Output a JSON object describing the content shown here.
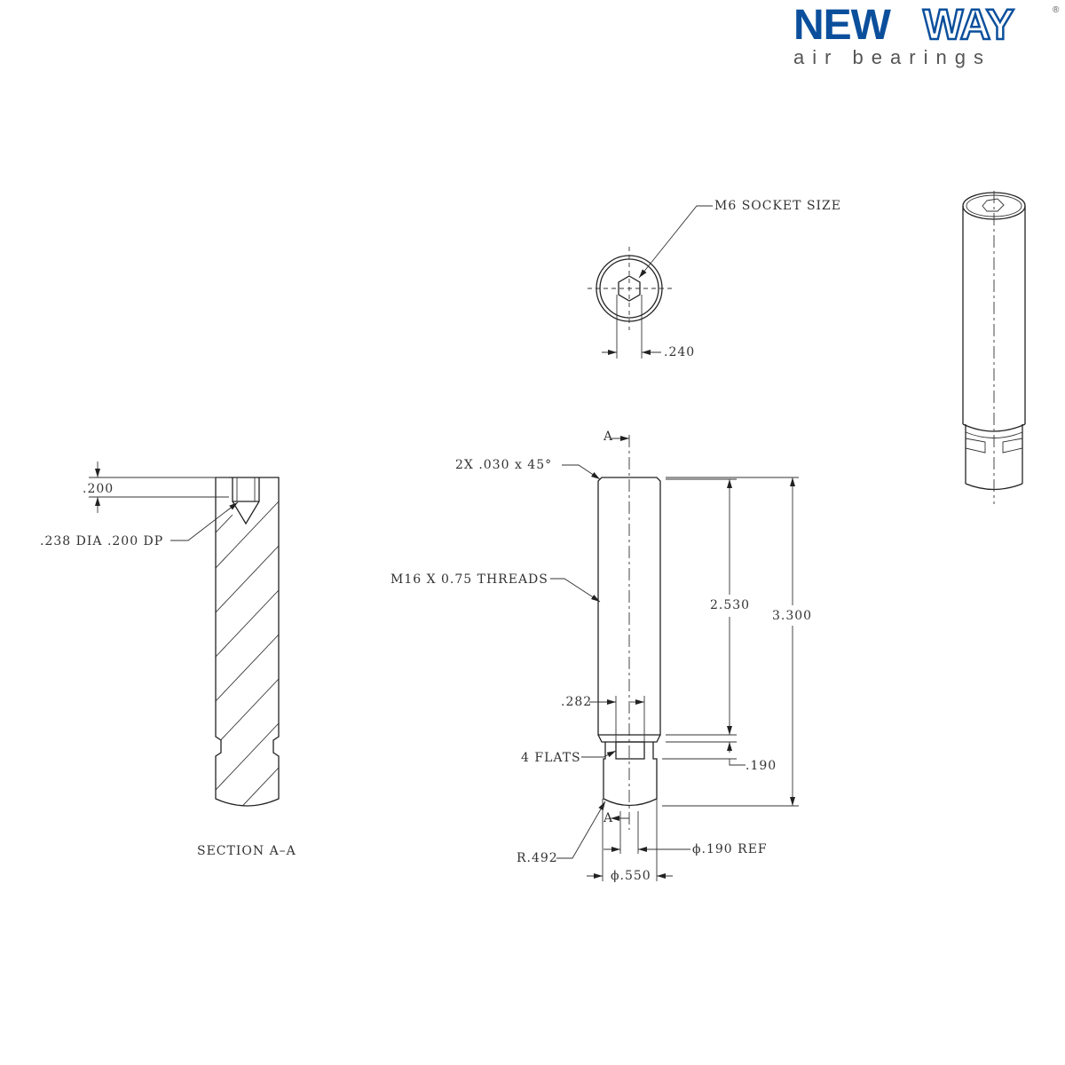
{
  "logo": {
    "brand_bold": "NEW",
    "brand_outline": "WAY",
    "tagline": "air bearings",
    "registered": "®",
    "color": "#0b4f9c"
  },
  "top_view": {
    "socket_label": "M6 SOCKET SIZE",
    "flat_dim": ".240"
  },
  "elevation": {
    "section_marker": "A",
    "chamfer_note": "2X .030 x 45°",
    "thread_note": "M16 X 0.75 THREADS",
    "length_thread": "2.530",
    "length_total": "3.300",
    "flat_width": ".282",
    "flats_note": "4 FLATS",
    "flat_height": ".190",
    "radius": "R.492",
    "ref_dia": "ϕ.190 REF",
    "diameter": "ϕ.550"
  },
  "section": {
    "depth_dim": ".200",
    "hole_note": ".238 DIA .200 DP",
    "title": "SECTION A–A"
  }
}
